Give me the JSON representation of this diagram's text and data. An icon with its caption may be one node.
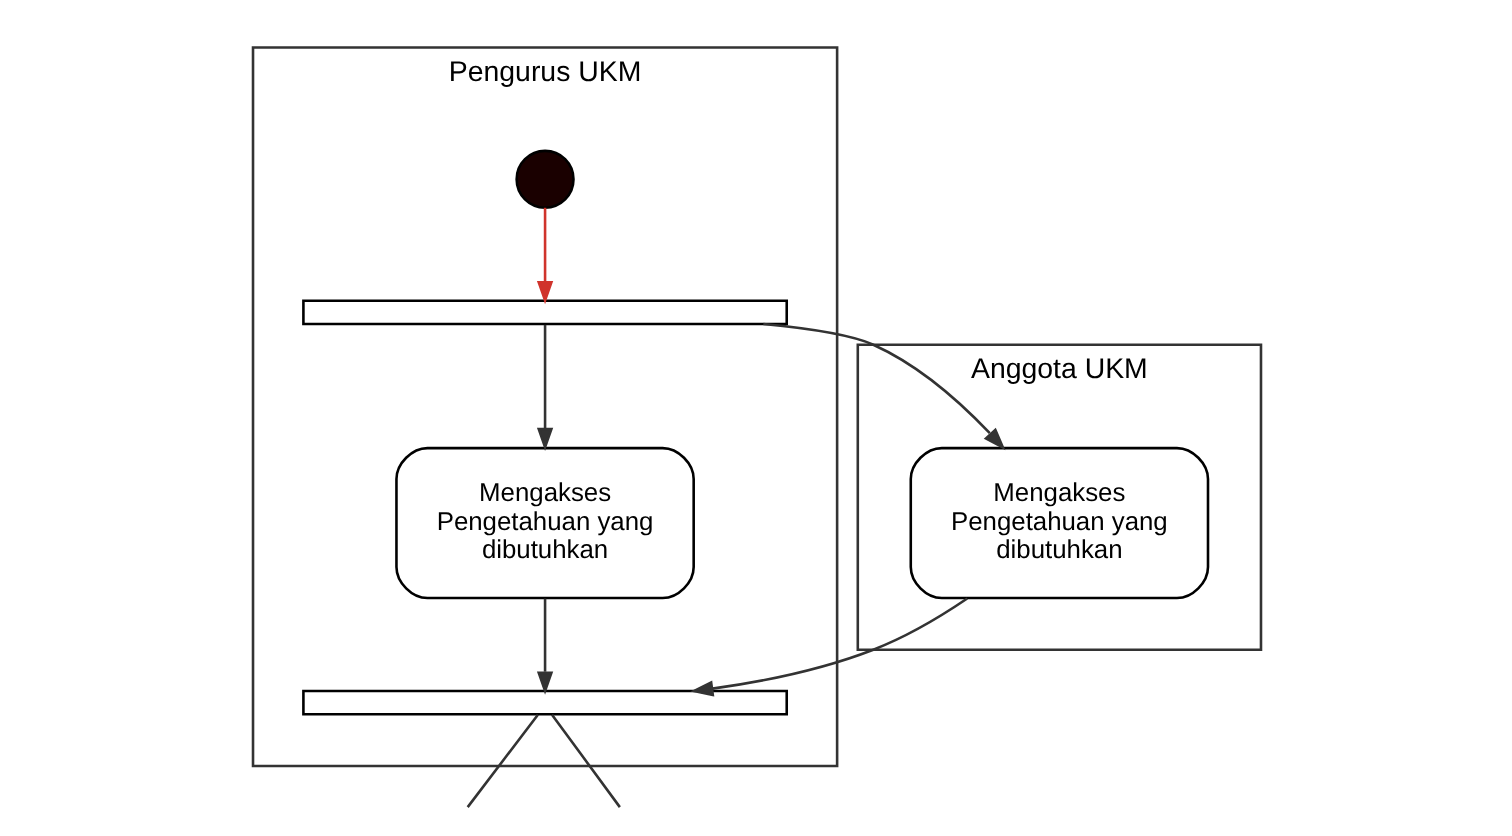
{
  "diagram": {
    "nodes": [
      {
        "text": [
          "Pengurus UKM"
        ]
      },
      {
        "text": [
          "Anggota UKM"
        ]
      },
      {
        "text": [],
        "shape": "circle",
        "in": 0
      },
      {
        "text": [],
        "shape": "bar",
        "in": 0
      },
      {
        "text": [
          "Mengakses Pengetahuan yang dibutuhkan"
        ],
        "in": 0
      },
      {
        "text": [
          "Mengakses Pengetahuan yang dibutuhkan"
        ],
        "in": 1
      },
      {
        "text": [],
        "shape": "bar",
        "in": 0
      }
    ],
    "edges": [
      {
        "from": 2,
        "to": 3,
        "arrow": "to",
        "color": "#d0342c"
      },
      {
        "from": 3,
        "to": 4,
        "arrow": "to"
      },
      {
        "from": 3,
        "to": 5,
        "arrow": "to"
      },
      {
        "from": 4,
        "to": 6,
        "arrow": "to"
      },
      {
        "from": 5,
        "to": 6,
        "arrow": "to"
      },
      {
        "from": 6,
        "to": null,
        "arrow": "none"
      },
      {
        "from": 6,
        "to": null,
        "arrow": "none"
      }
    ]
  }
}
